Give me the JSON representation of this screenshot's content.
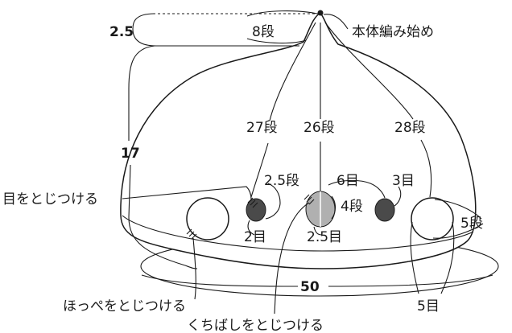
{
  "labels": {
    "dim_top": "2.5",
    "dim_side": "17",
    "dim_bottom": "50",
    "rows_top": "8段",
    "start": "本体編み始め",
    "rows_left": "27段",
    "rows_center": "26段",
    "rows_right": "28段",
    "rows_eye_l": "2.5段",
    "sts_eye_gap": "6目",
    "sts_eye_r": "3目",
    "rows_beak": "4段",
    "sts_eye_l": "2目",
    "sts_beak": "2.5目",
    "rows_cheek": "5段",
    "sts_cheek": "5目",
    "attach_eye": "目をとじつける",
    "attach_cheek": "ほっぺをとじつける",
    "attach_beak": "くちばしをとじつける"
  },
  "colors": {
    "line": "#1a1a1a",
    "eye": "#4a4a4a",
    "beak_fill": "#b0b0b0",
    "body_fill": "#ffffff"
  }
}
